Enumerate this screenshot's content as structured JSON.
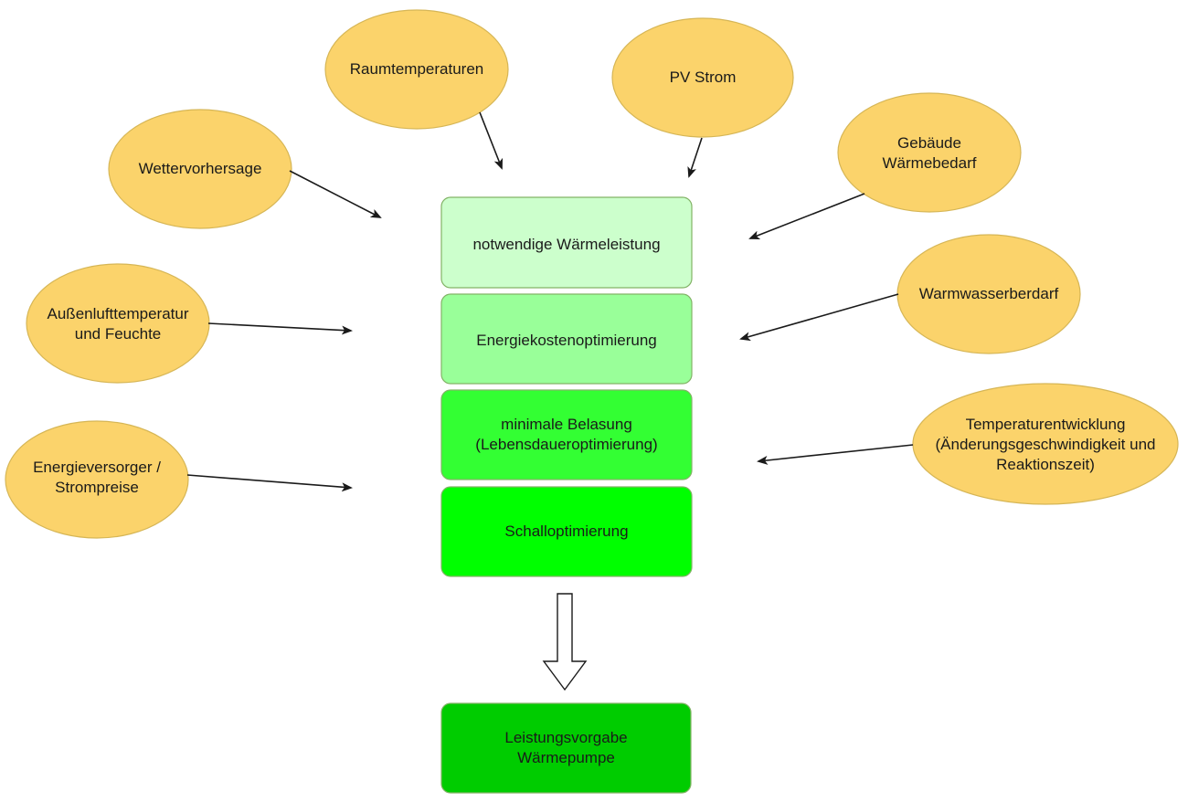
{
  "colors": {
    "oval_fill": "#fbd36b",
    "oval_stroke": "#d6b656",
    "box_light": "#ccffcc",
    "box_2": "#99ff99",
    "box_3": "#33ff33",
    "box_4": "#00ff00",
    "box_output": "#00cc00",
    "box_stroke": "#82b366",
    "arrow": "#1a1a1a"
  },
  "inputs": {
    "raumtemperaturen": "Raumtemperaturen",
    "pv_strom": "PV Strom",
    "wettervorhersage": "Wettervorhersage",
    "gebaeude_waermebedarf": "Gebäude\nWärmebedarf",
    "aussenluft": "Außenlufttemperatur\nund Feuchte",
    "warmwasserbedarf": "Warmwasserberdarf",
    "energieversorger": "Energieversorger /\nStrompreise",
    "temperaturentwicklung": "Temperaturentwicklung\n(Änderungsgeschwindigkeit und\nReaktionszeit)"
  },
  "stack": {
    "waermeleistung": "notwendige Wärmeleistung",
    "energiekosten": "Energiekostenoptimierung",
    "belastung": "minimale Belasung\n(Lebensdaueroptimierung)",
    "schall": "Schalloptimierung"
  },
  "output": {
    "leistungsvorgabe": "Leistungsvorgabe\nWärmepumpe"
  }
}
